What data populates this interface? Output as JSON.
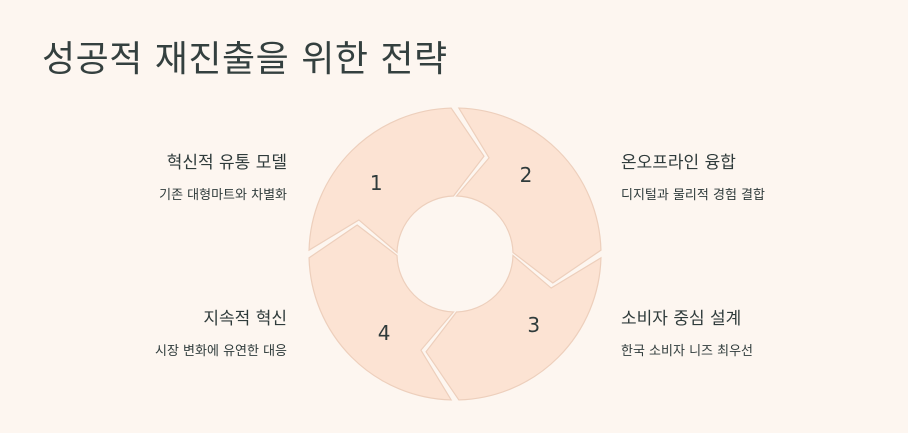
{
  "title": "성공적 재진출을 위한 전략",
  "steps": [
    {
      "number": "1",
      "title": "혁신적 유통 모델",
      "description": "기존 대형마트와 차별화"
    },
    {
      "number": "2",
      "title": "온오프라인 융합",
      "description": "디지털과 물리적 경험 결합"
    },
    {
      "number": "3",
      "title": "소비자 중심 설계",
      "description": "한국 소비자 니즈 최우선"
    },
    {
      "number": "4",
      "title": "지속적 혁신",
      "description": "시장 변화에 유연한 대응"
    }
  ],
  "colors": {
    "background": "#fdf6f0",
    "segment_fill": "#fce3d3",
    "segment_stroke": "#edcfbc",
    "text": "#2f3b3b"
  }
}
